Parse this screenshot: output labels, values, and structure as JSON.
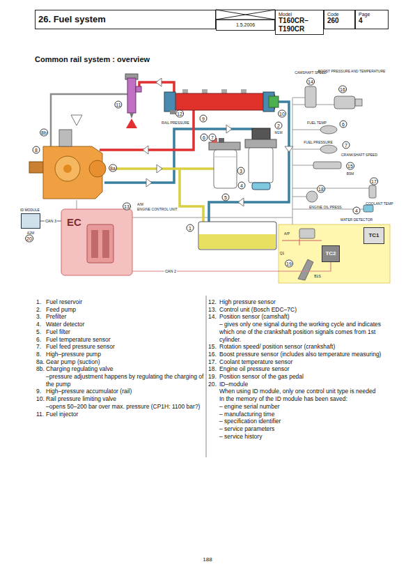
{
  "diagram": {
    "title": "Common rail system : overview",
    "nodes": [
      {
        "text": [
          "26. Fuel system"
        ]
      },
      {
        "text": [
          "1.5.2006"
        ]
      },
      {
        "text": [
          "Model",
          "T160CR– T190CR"
        ]
      },
      {
        "text": [
          "Code",
          "260"
        ]
      },
      {
        "text": [
          "Page",
          "4"
        ]
      },
      {
        "text": [
          "EC"
        ]
      },
      {
        "text": [
          "ID MODULE"
        ]
      },
      {
        "text": [
          "TC2"
        ]
      },
      {
        "text": [
          "TC1"
        ]
      }
    ],
    "edges": [
      {
        "from": 6,
        "to": 5,
        "arrow": "none",
        "label": "CAN 3"
      },
      {
        "from": 5,
        "to": 7,
        "arrow": "none",
        "label": "CAN 2"
      }
    ],
    "labels": [
      "11",
      "12",
      "RAIL PRESSURE",
      "9",
      "10",
      "8b",
      "8",
      "8a",
      "6",
      "7",
      "2",
      "M1M",
      "5",
      "3",
      "4",
      "1",
      "13",
      "A/M",
      "ENGINE CONTROL UNIT",
      "A2M",
      "20",
      "CAMSHAFT SPEED",
      "14",
      "BOOST PRESSURE AND TEMPERATURE",
      "16",
      "FUEL TEMP",
      "6",
      "FUEL PRESSURE",
      "7",
      "CRANKSHAFT SPEED",
      "15",
      "B5M",
      "17",
      "COOLANT TEMP",
      "18",
      "ENGINE OIL PRESS.",
      "4",
      "WATER DETECTOR",
      "A/P",
      "19",
      "B1S",
      "Q1",
      "1.",
      "Fuel reservoir",
      "2.",
      "Feed pump",
      "3.",
      "Prefilter",
      "4.",
      "Water detector",
      "5.",
      "Fuel filter",
      "6.",
      "Fuel temperature sensor",
      "7.",
      "Fuel feed pressure sensor",
      "8.",
      "High–pressure pump",
      "8a.",
      "Gear pump (suction)",
      "8b.",
      "Charging regulating valve",
      "–pressure adjustment happens by regulating the charging of the pump",
      "9.",
      "High–pressure accumulator (rail)",
      "10.",
      "Rail pressure limiting valve",
      "–opens 50–200 bar over max. pressure (CP1H: 1100 bar?)",
      "11.",
      "Fuel injector",
      "12.",
      "High pressure sensor",
      "13.",
      "Control unit (Bosch EDC–7C)",
      "14.",
      "Position sensor (camshaft)",
      "– gives only one signal during the working cycle and indicates which one of the crankshaft position signals comes from 1st cylinder.",
      "15.",
      "Rotation speed/ position sensor (crankshaft)",
      "16.",
      "Boost pressure sensor (includes also temperature measuring)",
      "17.",
      "Coolant temperature sensor",
      "18.",
      "Engine oil pressure sensor",
      "19.",
      "Position sensor of the gas pedal",
      "20.",
      "ID–module",
      "When using ID module, only one control unit type is needed",
      "In the memory of the ID module has been saved:",
      "– engine serial number",
      "– manufacturing time",
      "– specification identifier",
      "– service parameters",
      "– service history",
      "188"
    ]
  }
}
